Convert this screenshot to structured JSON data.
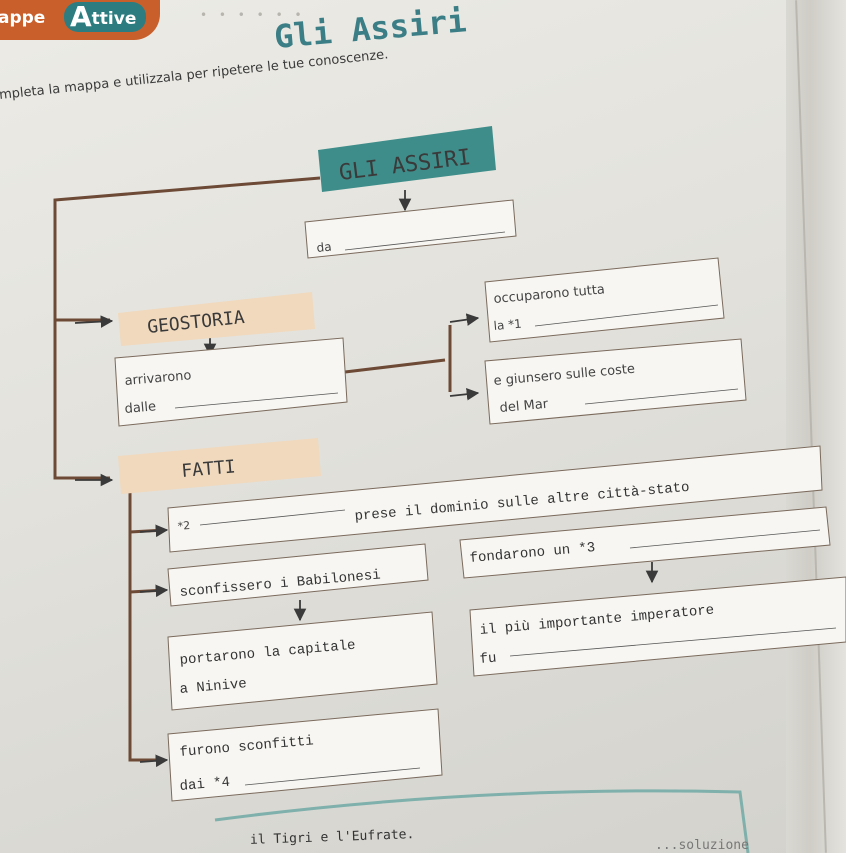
{
  "header": {
    "word": "appe",
    "badge_letter": "A",
    "badge_rest": "ttive",
    "decoration": "• • • • • •"
  },
  "title": "Gli Assiri",
  "instruction": "mpleta la mappa e utilizzala per ripetere le tue conoscenze.",
  "map": {
    "root": "GLI ASSIRI",
    "da": "da",
    "geostoria": "GEOSTORIA",
    "arrivarono_1": "arrivarono",
    "arrivarono_2": "dalle",
    "occuparono_1": "occuparono tutta",
    "occuparono_2": "la *1",
    "giunsero_1": "e giunsero sulle coste",
    "giunsero_2": "del Mar",
    "fatti": "FATTI",
    "blank_2": "*2",
    "prese": "prese il dominio sulle altre città-stato",
    "sconfissero": "sconfissero i Babilonesi",
    "fondarono": "fondarono un *3",
    "portarono_1": "portarono la capitale",
    "portarono_2": "a Ninive",
    "imperatore_1": "il più importante imperatore",
    "imperatore_2": "fu",
    "furono_1": "furono sconfitti",
    "furono_2": "dai *4"
  },
  "footer": {
    "text": "il Tigri e l'Eufrate.",
    "faded": "...soluzione"
  },
  "colors": {
    "accent_orange": "#c9602c",
    "accent_teal": "#2d7c80",
    "title_teal": "#3b7e86",
    "tan_label": "#f0d9bd",
    "teal_label": "#3f8d8a",
    "line_brown": "#6d4a36"
  }
}
